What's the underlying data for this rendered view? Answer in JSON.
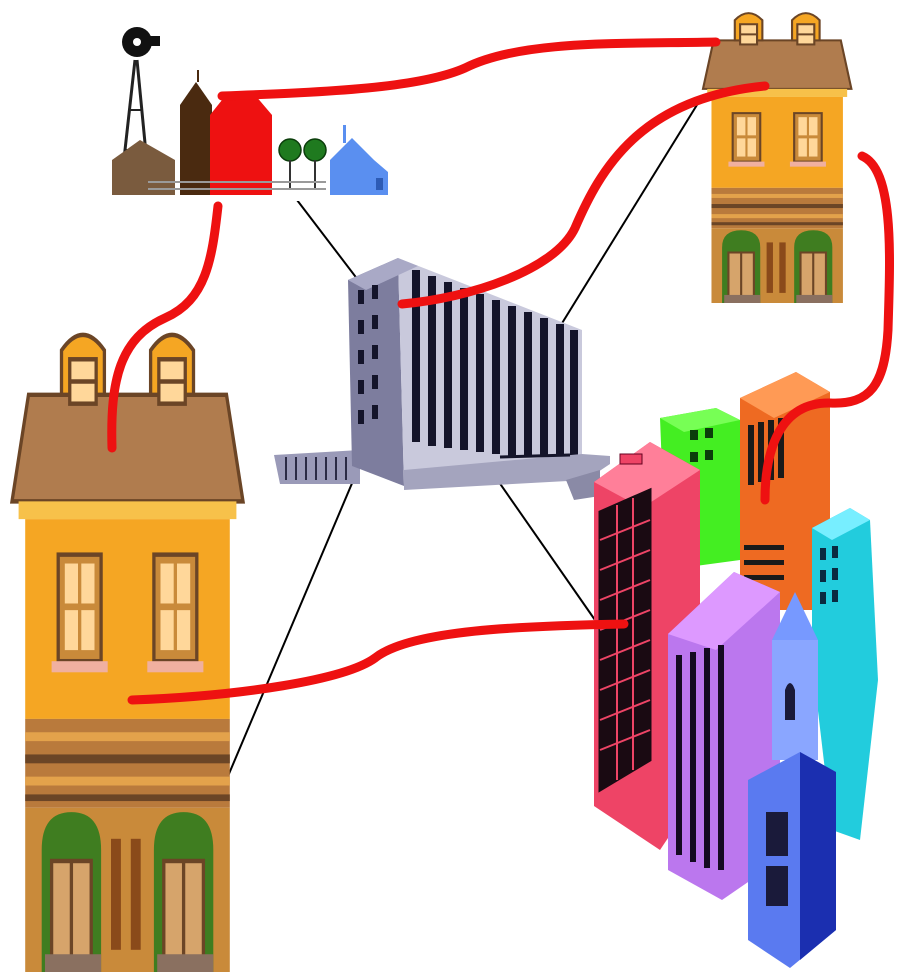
{
  "diagram": {
    "nodes": [
      {
        "id": "farm-village",
        "icon": "farm-village-icon"
      },
      {
        "id": "townhouse-small",
        "icon": "townhouse-icon"
      },
      {
        "id": "office-tower",
        "icon": "office-building-icon"
      },
      {
        "id": "townhouse-large",
        "icon": "townhouse-icon"
      },
      {
        "id": "city-skyline",
        "icon": "city-skyline-icon"
      }
    ],
    "red_links": [
      {
        "from": "farm-village",
        "to": "townhouse-small"
      },
      {
        "from": "farm-village",
        "to": "townhouse-large"
      },
      {
        "from": "office-tower",
        "to": "townhouse-small"
      },
      {
        "from": "townhouse-small",
        "to": "city-skyline"
      },
      {
        "from": "townhouse-large",
        "to": "city-skyline"
      }
    ],
    "black_links": [
      {
        "from": "farm-village",
        "to": "office-tower"
      },
      {
        "from": "townhouse-small",
        "to": "office-tower"
      },
      {
        "from": "townhouse-large",
        "to": "office-tower"
      },
      {
        "from": "city-skyline",
        "to": "office-tower"
      }
    ],
    "colors": {
      "red_link": "#ee1111",
      "black_link": "#000000",
      "townhouse_body": "#f5a623",
      "townhouse_roof": "#b07c4e",
      "office": "#8c8ca8",
      "farm_barn": "#ee1111",
      "farm_house": "#5a8ff0"
    }
  }
}
